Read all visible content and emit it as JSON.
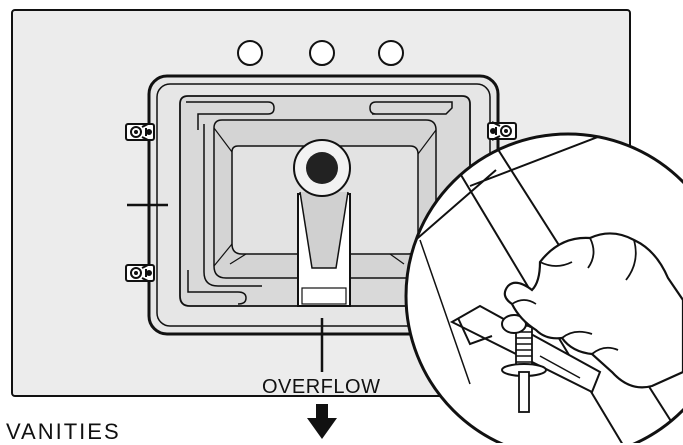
{
  "labels": {
    "overflow": "OVERFLOW",
    "vanities": "VANITIES"
  },
  "parts": {
    "faucet_holes": 3,
    "clips": 4
  },
  "colors": {
    "line": "#111111",
    "panel": "#ececec",
    "basin_light": "#e3e3e3",
    "basin_mid": "#d4d4d4",
    "drain": "#222222"
  },
  "icons": {
    "arrow": "arrow-down-icon",
    "hand": "hand-icon",
    "clip": "mounting-clip-icon"
  }
}
